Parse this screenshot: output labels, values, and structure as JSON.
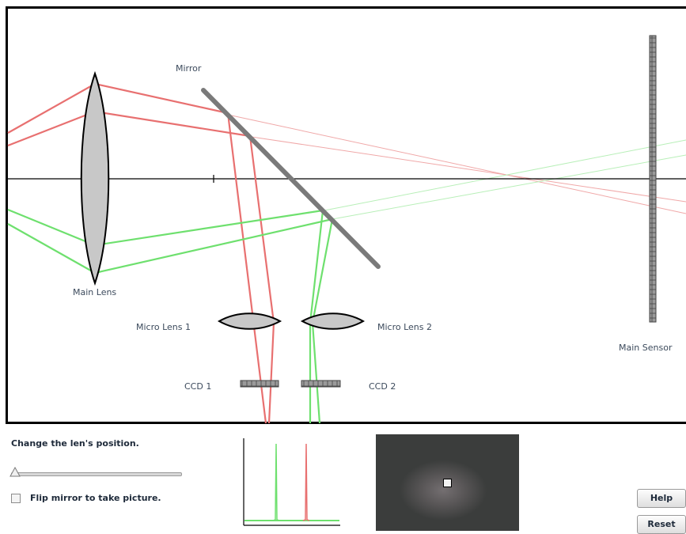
{
  "diagram": {
    "labels": {
      "mirror": "Mirror",
      "main_lens": "Main Lens",
      "micro_lens_1": "Micro Lens 1",
      "micro_lens_2": "Micro Lens 2",
      "main_sensor": "Main Sensor",
      "ccd_1": "CCD 1",
      "ccd_2": "CCD 2"
    },
    "colors": {
      "red_ray": "#e87070",
      "green_ray": "#6ee06e",
      "lens_fill": "#c8c8c8",
      "mirror": "#7a7a7a",
      "frame": "#000000"
    }
  },
  "controls": {
    "instruction": "Change the len's position.",
    "slider_value": 0,
    "flip_mirror_label": "Flip mirror to take picture.",
    "flip_mirror_checked": false
  },
  "buttons": {
    "help": "Help",
    "reset": "Reset"
  }
}
